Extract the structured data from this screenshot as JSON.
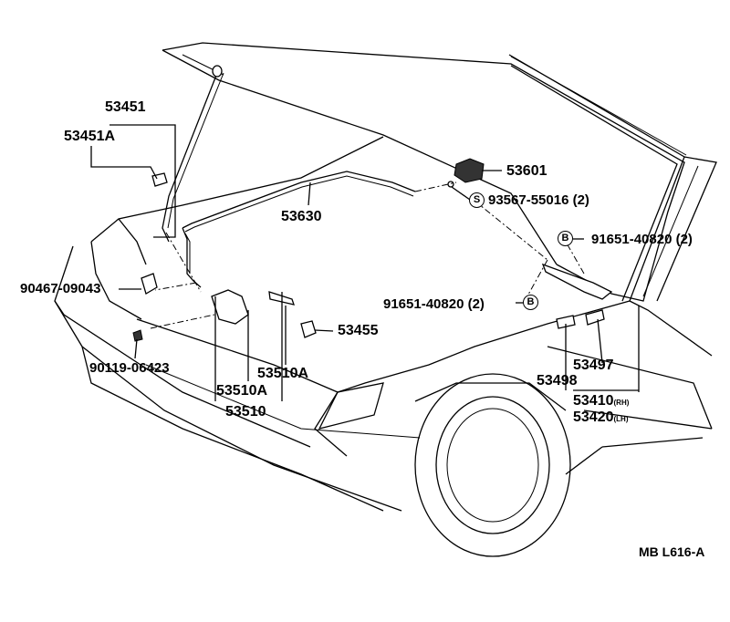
{
  "parts": {
    "p53451": "53451",
    "p53451a": "53451A",
    "p53630": "53630",
    "p53601": "53601",
    "p93567": "93567-55016 (2)",
    "p91651_top": "91651-40820 (2)",
    "p91651_mid": "91651-40820 (2)",
    "p90467": "90467-09043",
    "p53455": "53455",
    "p90119": "90119-06423",
    "p53510a_1": "53510A",
    "p53510a_2": "53510A",
    "p53510": "53510",
    "p53497": "53497",
    "p53498": "53498",
    "p53410": "53410",
    "p53410_side": "(RH)",
    "p53420": "53420",
    "p53420_side": "(LH)"
  },
  "markers": {
    "s": "S",
    "b_top": "B",
    "b_mid": "B"
  },
  "footer": {
    "code": "MB L616-A"
  }
}
